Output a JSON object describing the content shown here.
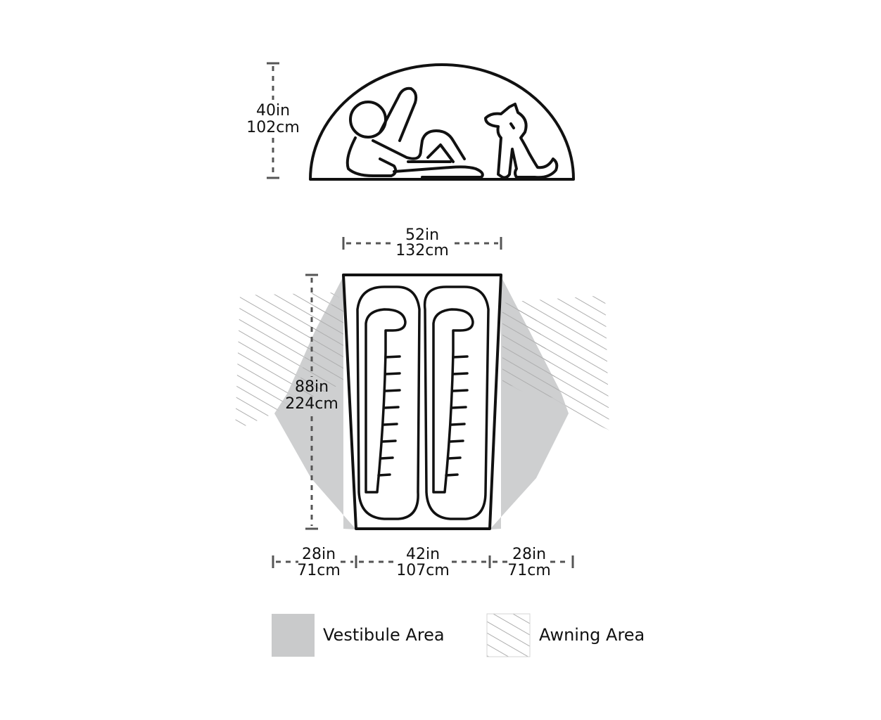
{
  "colors": {
    "vestibule": "#c9cacb",
    "awning_hatch": "#9a9a9a",
    "outline": "#111111",
    "dimension": "#555555"
  },
  "dimensions": {
    "height": {
      "imperial": "40in",
      "metric": "102cm"
    },
    "top_width": {
      "imperial": "52in",
      "metric": "132cm"
    },
    "length": {
      "imperial": "88in",
      "metric": "224cm"
    },
    "left_vestibule": {
      "imperial": "28in",
      "metric": "71cm"
    },
    "bottom_width": {
      "imperial": "42in",
      "metric": "107cm"
    },
    "right_vestibule": {
      "imperial": "28in",
      "metric": "71cm"
    }
  },
  "legend": [
    {
      "label": "Vestibule Area",
      "swatch": "solid-swatch"
    },
    {
      "label": "Awning Area",
      "swatch": "hatched-swatch"
    }
  ],
  "icons": [
    "person-reclining-icon",
    "dog-sitting-icon",
    "sleeping-bag-icon"
  ]
}
